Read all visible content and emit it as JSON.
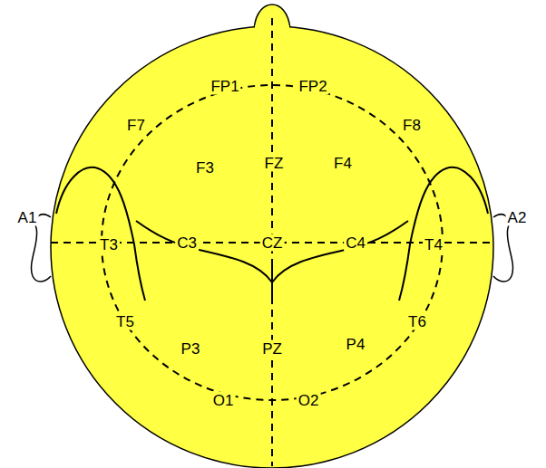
{
  "diagram": {
    "labels": [
      "FP1",
      "FP2",
      "F7",
      "F3",
      "FZ",
      "F4",
      "F8",
      "A1",
      "T3",
      "C3",
      "CZ",
      "C4",
      "T4",
      "A2",
      "T5",
      "P3",
      "PZ",
      "P4",
      "T6",
      "O1",
      "O2"
    ]
  }
}
